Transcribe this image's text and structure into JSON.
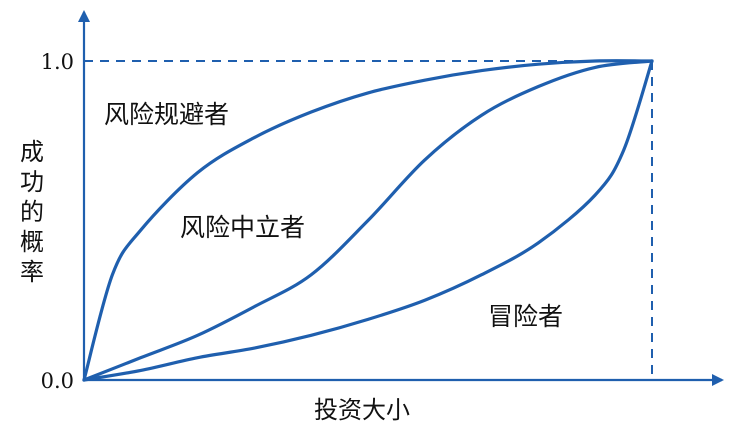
{
  "chart_data": {
    "type": "line",
    "title": "",
    "xlabel": "投资大小",
    "ylabel": "成功的概率",
    "yticks": [
      "0.0",
      "1.0"
    ],
    "xlim": [
      0,
      1
    ],
    "ylim": [
      0,
      1
    ],
    "grid": false,
    "legend": "none",
    "color": "#1f5fae",
    "series": [
      {
        "name": "风险规避者",
        "x": [
          0,
          0.05,
          0.1,
          0.2,
          0.3,
          0.4,
          0.5,
          0.6,
          0.7,
          0.8,
          0.9,
          1.0
        ],
        "y": [
          0,
          0.33,
          0.47,
          0.65,
          0.76,
          0.84,
          0.9,
          0.94,
          0.97,
          0.99,
          1.0,
          1.0
        ]
      },
      {
        "name": "风险中立者",
        "x": [
          0,
          0.1,
          0.2,
          0.3,
          0.4,
          0.5,
          0.6,
          0.7,
          0.8,
          0.9,
          1.0
        ],
        "y": [
          0,
          0.07,
          0.14,
          0.23,
          0.33,
          0.5,
          0.69,
          0.83,
          0.92,
          0.98,
          1.0
        ]
      },
      {
        "name": "冒险者",
        "x": [
          0,
          0.1,
          0.2,
          0.3,
          0.4,
          0.5,
          0.6,
          0.7,
          0.8,
          0.9,
          0.95,
          1.0
        ],
        "y": [
          0,
          0.03,
          0.07,
          0.1,
          0.14,
          0.19,
          0.25,
          0.33,
          0.43,
          0.58,
          0.72,
          1.0
        ]
      }
    ]
  }
}
